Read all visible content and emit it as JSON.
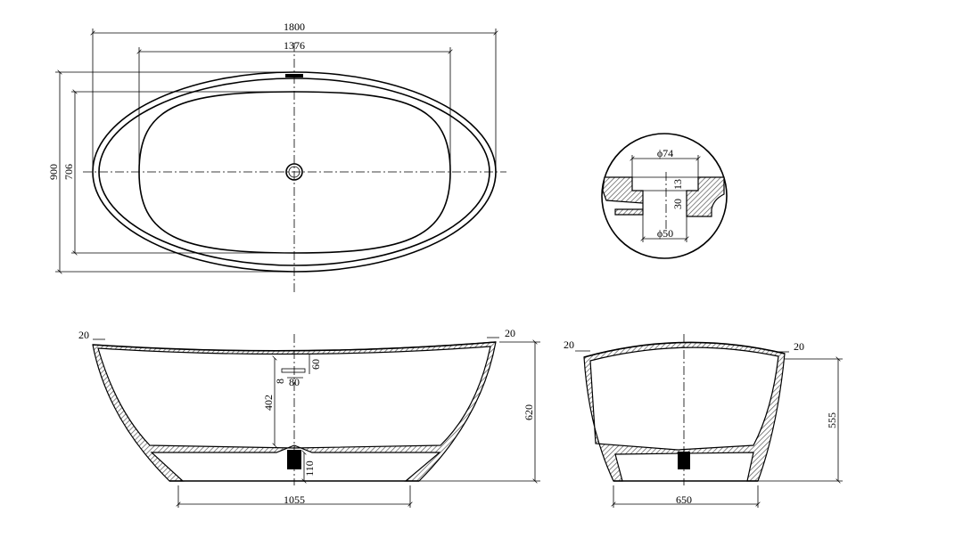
{
  "top_view": {
    "length_overall": "1800",
    "basin_length": "1376",
    "width_overall": "900",
    "basin_width": "706"
  },
  "drain_detail": {
    "outer_diameter": "ϕ74",
    "step_height": "13",
    "bore_depth": "30",
    "inner_diameter": "ϕ50"
  },
  "side_view": {
    "rim_left": "20",
    "rim_right": "20",
    "overflow_offset": "60",
    "overflow_gap": "8",
    "overflow_width": "80",
    "basin_depth": "402",
    "height_overall": "620",
    "drain_height": "110",
    "base_length": "1055"
  },
  "end_view": {
    "rim_left": "20",
    "rim_right": "20",
    "height": "555",
    "base_width": "650"
  }
}
